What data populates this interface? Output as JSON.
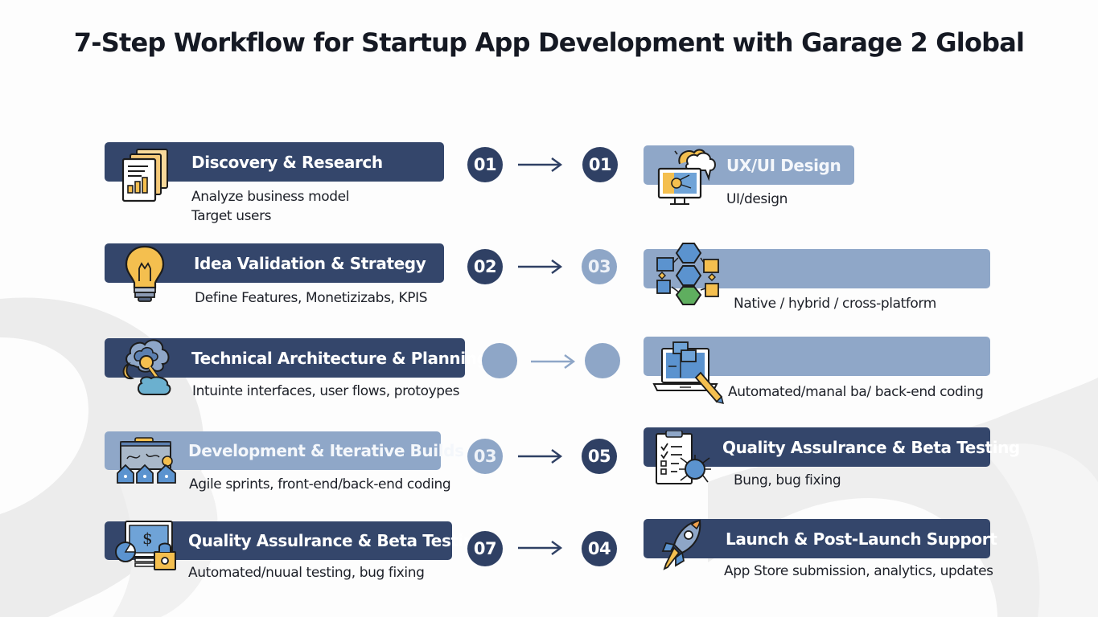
{
  "title": "7-Step Workflow for Startup App Development with Garage 2 Global",
  "colors": {
    "dark_bar": "#34466b",
    "light_bar": "#8fa7c8",
    "dark_badge": "#2f4064",
    "light_badge": "#8ea6c7",
    "accent_yellow": "#f4bf4f",
    "accent_blue": "#5b93cf"
  },
  "left_steps": [
    {
      "title": "Discovery & Research",
      "desc_lines": [
        "Analyze business model",
        "Target users"
      ],
      "icon": "document-chart-icon",
      "style": "dark"
    },
    {
      "title": "Idea Validation & Strategy",
      "desc_lines": [
        "Define Features, Monetizizabs, KPIS"
      ],
      "icon": "lightbulb-icon",
      "style": "dark"
    },
    {
      "title": "Technical Architecture & Planning",
      "desc_lines": [
        "Intuinte interfaces, user flows, protoypes"
      ],
      "icon": "cloud-network-icon",
      "style": "dark"
    },
    {
      "title": "Development & Iterative Builds",
      "desc_lines": [
        "Agile sprints, front-end/back-end coding"
      ],
      "icon": "team-board-icon",
      "style": "light"
    },
    {
      "title": "Quality Assulrance & Beta Testing",
      "desc_lines": [
        "Automated/nuual testing, bug fixing"
      ],
      "icon": "monitor-lock-icon",
      "style": "dark"
    }
  ],
  "right_steps": [
    {
      "title": "UX/UI Design",
      "desc_lines": [
        "UI/design"
      ],
      "icon": "monitor-design-icon",
      "style": "light"
    },
    {
      "title": "",
      "desc_lines": [
        "Native / hybrid / cross-platform"
      ],
      "icon": "flowchart-icon",
      "style": "light"
    },
    {
      "title": "",
      "desc_lines": [
        "Automated/manal ba/ back-end coding"
      ],
      "icon": "laptop-pencil-icon",
      "style": "light"
    },
    {
      "title": "Quality Assulrance & Beta Testing",
      "desc_lines": [
        "Bung, bug fixing"
      ],
      "icon": "checklist-bug-icon",
      "style": "dark"
    },
    {
      "title": "Launch & Post-Launch Support",
      "desc_lines": [
        "App Store submission, analytics, updates"
      ],
      "icon": "rocket-icon",
      "style": "dark"
    }
  ],
  "connectors": [
    {
      "from": "01",
      "to": "01",
      "from_style": "dark",
      "to_style": "dark"
    },
    {
      "from": "02",
      "to": "03",
      "from_style": "dark",
      "to_style": "light"
    },
    {
      "from": "",
      "to": "",
      "from_style": "light",
      "to_style": "light"
    },
    {
      "from": "03",
      "to": "05",
      "from_style": "light",
      "to_style": "dark"
    },
    {
      "from": "07",
      "to": "04",
      "from_style": "dark",
      "to_style": "dark"
    }
  ]
}
